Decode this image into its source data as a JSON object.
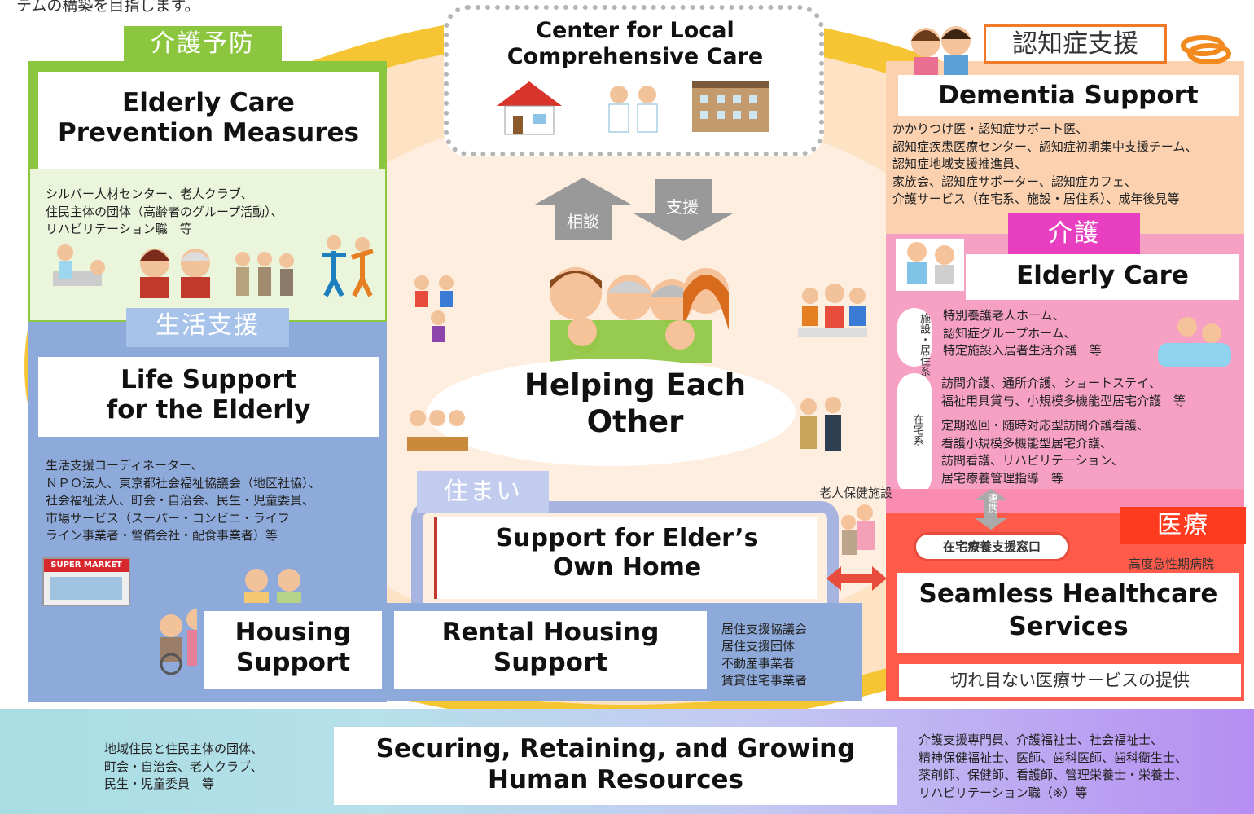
{
  "intro_fragment": "テムの構築を目指します。",
  "center": {
    "title_line1": "Center for Local",
    "title_line2": "Comprehensive Care",
    "arrow_left": "相談",
    "arrow_right": "支援"
  },
  "prevention": {
    "tag": "介護予防",
    "title_line1": "Elderly Care",
    "title_line2": "Prevention Measures",
    "lines": [
      "シルバー人材センター、老人クラブ、",
      "住民主体の団体（高齢者のグループ活動）、",
      "リハビリテーション職　等"
    ]
  },
  "life_support": {
    "tag": "生活支援",
    "title_line1": "Life Support",
    "title_line2": "for the Elderly",
    "lines": [
      "生活支援コーディネーター、",
      "ＮＰＯ法人、東京都社会福祉協議会（地区社協）、",
      "社会福祉法人、町会・自治会、民生・児童委員、",
      "市場サービス（スーパー・コンビニ・ライフ",
      "ライン事業者・警備会社・配食事業者）等"
    ],
    "store_sign": "SUPER MARKET"
  },
  "helping": {
    "title_line1": "Helping Each",
    "title_line2": "Other"
  },
  "housing": {
    "tag": "住まい",
    "own_home_line1": "Support for Elder’s",
    "own_home_line2": "Own Home",
    "housing_line1": "Housing",
    "housing_line2": "Support",
    "rental_line1": "Rental Housing",
    "rental_line2": "Support",
    "lines": [
      "居住支援協議会",
      "居住支援団体",
      "不動産事業者",
      "賃貸住宅事業者"
    ]
  },
  "dementia": {
    "tag": "認知症支援",
    "title": "Dementia Support",
    "lines": [
      "かかりつけ医・認知症サポート医、",
      "認知症疾患医療センター、認知症初期集中支援チーム、",
      "認知症地域支援推進員、",
      "家族会、認知症サポーター、認知症カフェ、",
      "介護サービス（在宅系、施設・居住系）、成年後見等"
    ]
  },
  "care": {
    "tag": "介護",
    "title": "Elderly Care",
    "facility_label": "施設・居住系",
    "facility_lines": [
      "特別養護老人ホーム、",
      "認知症グループホーム、",
      "特定施設入居者生活介護　等"
    ],
    "home_label": "在宅系",
    "home_lines_a": [
      "訪問介護、通所介護、ショートステイ、",
      "福祉用具貸与、小規模多機能型居宅介護　等"
    ],
    "home_lines_b": [
      "定期巡回・随時対応型訪問介護看護、",
      "看護小規模多機能型居宅介護、",
      "訪問看護、リハビリテーション、",
      "居宅療養管理指導　等"
    ],
    "link_label": "連携",
    "facility_name": "老人保健施設"
  },
  "medical": {
    "tag": "医療",
    "window": "在宅療養支援窓口",
    "hospital": "高度急性期病院",
    "title_line1": "Seamless Healthcare",
    "title_line2": "Services",
    "caption": "切れ目ない医療サービスの提供"
  },
  "human_resources": {
    "title_line1": "Securing, Retaining, and Growing",
    "title_line2": "Human Resources",
    "left_lines": [
      "地域住民と住民主体の団体、",
      "町会・自治会、老人クラブ、",
      "民生・児童委員　等"
    ],
    "right_lines": [
      "介護支援専門員、介護福祉士、社会福祉士、",
      "精神保健福祉士、医師、歯科医師、歯科衛生士、",
      "薬剤師、保健師、看護師、管理栄養士・栄養士、",
      "リハビリテーション職（※）等"
    ]
  },
  "colors": {
    "green": "#8cc63f",
    "blue": "#8eaadb",
    "orange_bg": "#fbd3b4",
    "pink": "#f6a0c4",
    "magenta": "#e83ec0",
    "red": "#ff3b1f",
    "gold": "#f3c42d",
    "teal": "#a8dde3",
    "purple": "#b68ef2"
  }
}
